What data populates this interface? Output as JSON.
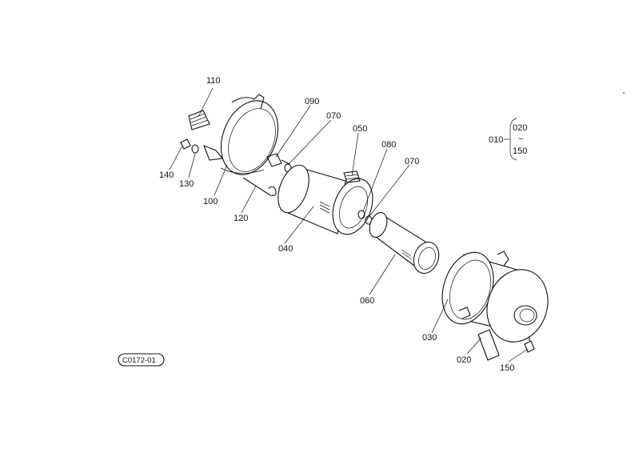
{
  "diagram": {
    "callouts": {
      "c110": "110",
      "c090": "090",
      "c070a": "070",
      "c050": "050",
      "c080": "080",
      "c070b": "070",
      "c140": "140",
      "c130": "130",
      "c100": "100",
      "c120": "120",
      "c040": "040",
      "c060": "060",
      "c030": "030",
      "c020": "020",
      "c150": "150"
    },
    "legend": {
      "parent": "010",
      "top": "020",
      "range_mark": "~",
      "bottom": "150"
    },
    "reference_code": "C0172-01"
  }
}
